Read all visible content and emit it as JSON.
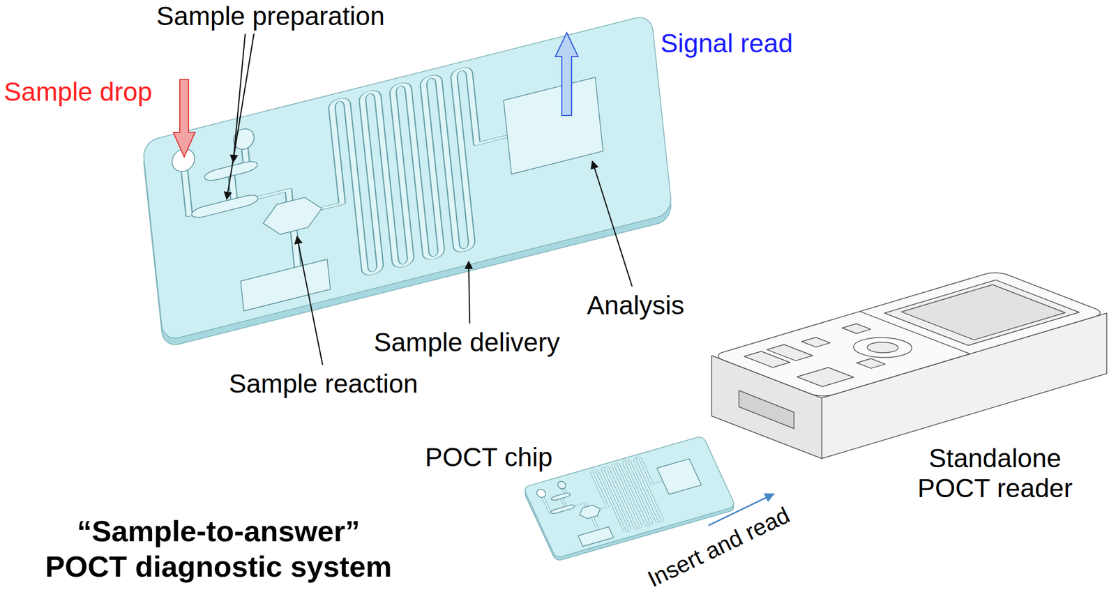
{
  "diagram": {
    "title": "“Sample-to-answer” POCT diagnostic system",
    "labels": [
      "Sample preparation",
      "Sample drop",
      "Signal read",
      "Sample reaction",
      "Sample delivery",
      "Analysis",
      "POCT chip",
      "Standalone POCT reader",
      "Insert and read"
    ]
  }
}
